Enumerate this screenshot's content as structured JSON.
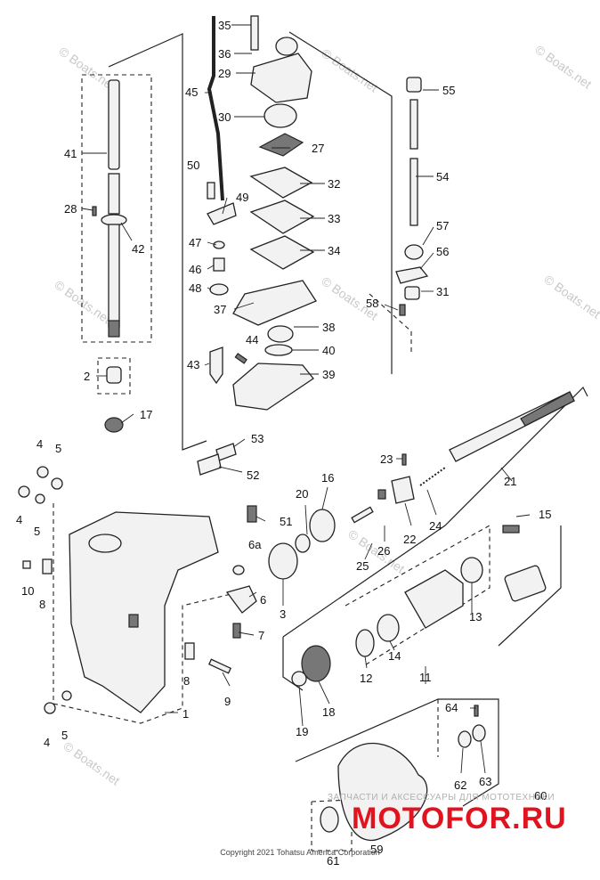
{
  "watermark": "© Boats.net",
  "copyright": "Copyright 2021 Tohatsu America Corporation",
  "brand": {
    "caption": "ЗАПЧАСТИ И АКСЕССУАРЫ ДЛЯ МОТОТЕХНИКИ",
    "logo": "MOTOFOR.RU",
    "color": "#e0141e"
  },
  "callouts": [
    "35",
    "36",
    "29",
    "45",
    "30",
    "27",
    "50",
    "32",
    "49",
    "33",
    "47",
    "34",
    "46",
    "48",
    "37",
    "38",
    "44",
    "40",
    "43",
    "39",
    "55",
    "54",
    "57",
    "56",
    "31",
    "58",
    "41",
    "28",
    "42",
    "2",
    "17",
    "53",
    "52",
    "23",
    "21",
    "4",
    "5",
    "20",
    "16",
    "4",
    "5",
    "24",
    "51",
    "22",
    "26",
    "25",
    "15",
    "6a",
    "10",
    "8",
    "3",
    "6",
    "13",
    "7",
    "14",
    "8",
    "12",
    "11",
    "9",
    "18",
    "1",
    "19",
    "64",
    "4",
    "5",
    "62",
    "63",
    "60",
    "59",
    "61"
  ]
}
